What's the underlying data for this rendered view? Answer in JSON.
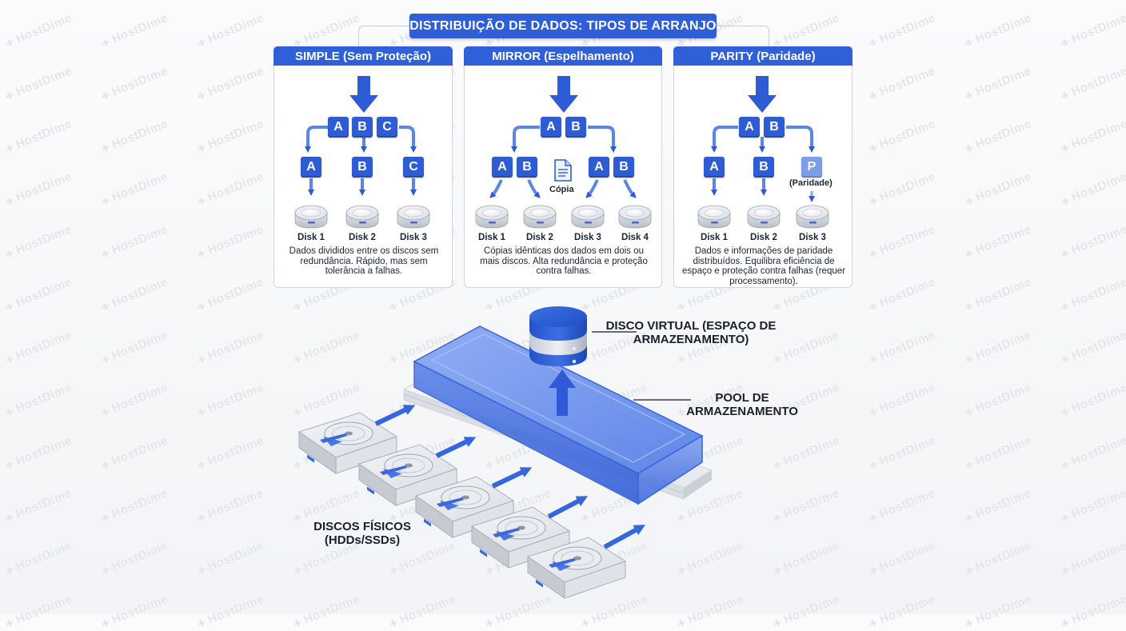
{
  "title": "DISTRIBUIÇÃO DE DADOS: TIPOS DE ARRANJO",
  "watermark": "HostDime",
  "colors": {
    "accent": "#2e5ed8",
    "parity_box": "#7e9de8",
    "pool_blue": "#3f6ee8"
  },
  "panels": {
    "simple": {
      "title": "SIMPLE (Sem Proteção)",
      "top_blocks": [
        "A",
        "B",
        "C"
      ],
      "split_blocks": [
        "A",
        "B",
        "C"
      ],
      "disks": [
        "Disk 1",
        "Disk 2",
        "Disk 3"
      ],
      "description": "Dados divididos entre os discos sem redundância. Rápido, mas sem tolerância a falhas."
    },
    "mirror": {
      "title": "MIRROR (Espelhamento)",
      "top_blocks": [
        "A",
        "B"
      ],
      "copy_left": [
        "A",
        "B"
      ],
      "copy_right": [
        "A",
        "B"
      ],
      "copy_label": "Cópia",
      "copy_icon": "document-copy-icon",
      "disks": [
        "Disk 1",
        "Disk 2",
        "Disk 3",
        "Disk 4"
      ],
      "description": "Cópias idênticas dos dados em dois ou mais discos. Alta redundância e proteção contra falhas."
    },
    "parity": {
      "title": "PARITY (Paridade)",
      "top_blocks": [
        "A",
        "B"
      ],
      "split_blocks": [
        "A",
        "B",
        "P"
      ],
      "parity_label": "(Paridade)",
      "disks": [
        "Disk 1",
        "Disk 2",
        "Disk 3"
      ],
      "description": "Dados e informações de paridade distribuídos. Equilibra eficiência de espaço e proteção contra falhas (requer processamento)."
    }
  },
  "diagram": {
    "virtual_disk_label": "DISCO VIRTUAL (ESPAÇO DE ARMAZENAMENTO)",
    "pool_label": "POOL DE ARMAZENAMENTO",
    "physical_disks_label": "DISCOS FÍSICOS (HDDs/SSDs)",
    "physical_disk_count": 5
  }
}
